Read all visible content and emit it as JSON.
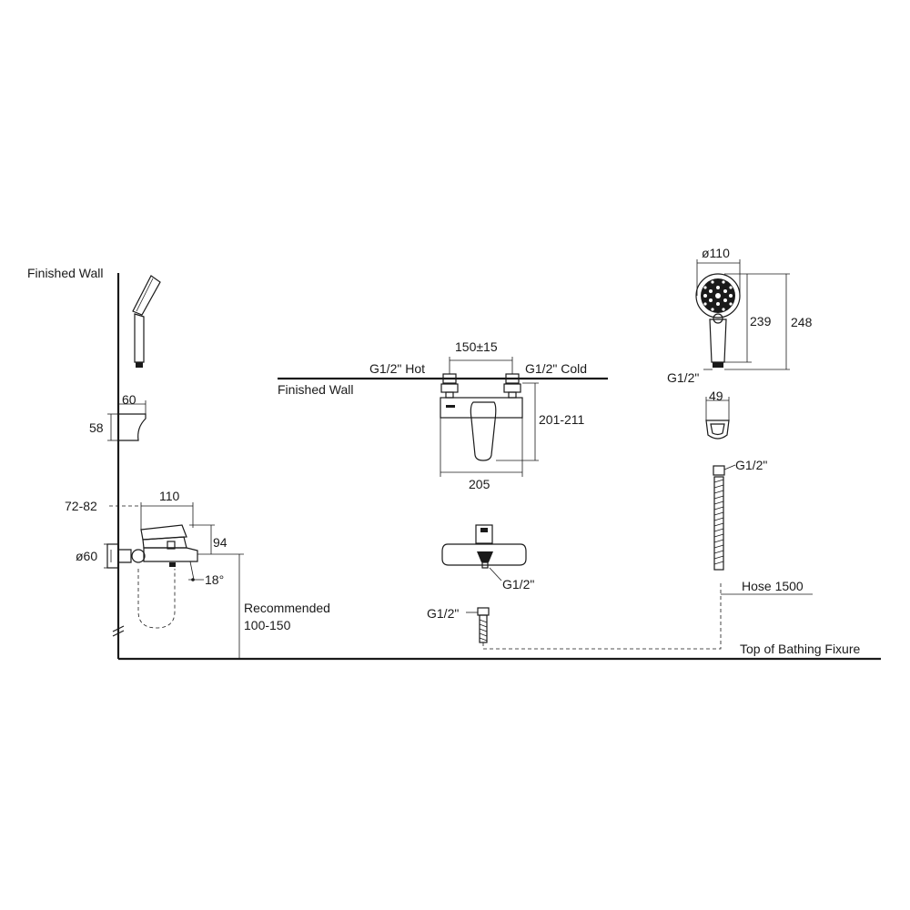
{
  "labels": {
    "finished_wall_left": "Finished Wall",
    "finished_wall_center": "Finished Wall",
    "dim_60": "60",
    "dim_58": "58",
    "dim_72_82": "72-82",
    "dim_110": "110",
    "dim_94": "94",
    "dim_o60": "ø60",
    "angle_18": "18°",
    "recommended_line1": "Recommended",
    "recommended_line2": "100-150",
    "dim_150_15": "150±15",
    "hot_inlet": "G1/2\" Hot",
    "cold_inlet": "G1/2\" Cold",
    "dim_201_211": "201-211",
    "dim_205": "205",
    "outlet_front": "G1/2\"",
    "outlet_hose_end": "G1/2\"",
    "dim_o110": "ø110",
    "dim_239": "239",
    "dim_248": "248",
    "handshower_inlet": "G1/2\"",
    "dim_49": "49",
    "hose_top": "G1/2\"",
    "hose_length": "Hose 1500",
    "top_of_fixture": "Top of Bathing Fixure"
  }
}
